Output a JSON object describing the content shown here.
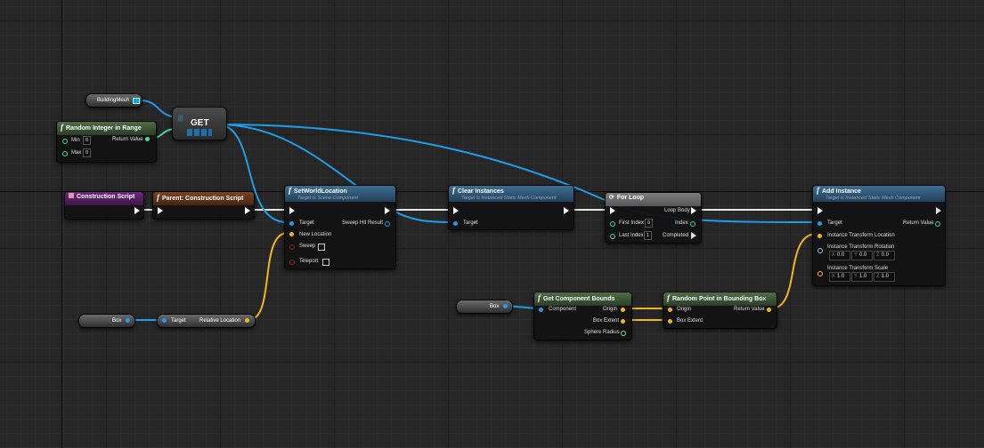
{
  "nodes": {
    "building_mesh": {
      "label": "BuildingMesh"
    },
    "get": {
      "label": "GET"
    },
    "random_integer": {
      "title": "Random Integer in Range",
      "min_label": "Min",
      "min_value": "0",
      "max_label": "Max",
      "max_value": "0",
      "return_label": "Return Value"
    },
    "construction_script": {
      "title": "Construction Script"
    },
    "parent_construction": {
      "title": "Parent: Construction Script"
    },
    "set_world_location": {
      "title": "SetWorldLocation",
      "subtitle": "Target is Scene Component",
      "target_label": "Target",
      "new_location_label": "New Location",
      "sweep_label": "Sweep",
      "teleport_label": "Teleport",
      "sweep_hit_label": "Sweep Hit Result"
    },
    "clear_instances": {
      "title": "Clear Instances",
      "subtitle": "Target is Instanced Static Mesh Component",
      "target_label": "Target"
    },
    "for_loop": {
      "title": "For Loop",
      "loop_body_label": "Loop Body",
      "first_index_label": "First Index",
      "first_index_value": "0",
      "index_label": "Index",
      "last_index_label": "Last Index",
      "last_index_value": "1",
      "completed_label": "Completed"
    },
    "add_instance": {
      "title": "Add Instance",
      "subtitle": "Target is Instanced Static Mesh Component",
      "target_label": "Target",
      "return_label": "Return Value",
      "location_label": "Instance Transform Location",
      "rotation_label": "Instance Transform Rotation",
      "rotation": {
        "x": "0.0",
        "y": "0.0",
        "z": "0.0"
      },
      "scale_label": "Instance Transform Scale",
      "scale": {
        "x": "1.0",
        "y": "1.0",
        "z": "1.0"
      },
      "axis_x": "X",
      "axis_y": "Y",
      "axis_z": "Z"
    },
    "box_left": {
      "label": "Box"
    },
    "relative_location": {
      "target_label": "Target",
      "relative_label": "Relative Location"
    },
    "box_right": {
      "label": "Box"
    },
    "get_component_bounds": {
      "title": "Get Component Bounds",
      "component_label": "Component",
      "origin_label": "Origin",
      "box_extent_label": "Box Extent",
      "sphere_radius_label": "Sphere Radius"
    },
    "random_point": {
      "title": "Random Point in Bounding Box",
      "origin_label": "Origin",
      "box_extent_label": "Box Extent",
      "return_label": "Return Value"
    }
  },
  "colors": {
    "exec": "#ffffff",
    "object": "#1e9ee8",
    "vector": "#f2b51c",
    "integer": "#48d69a",
    "bool": "#9a1a1a",
    "function_header": "#3c6e93",
    "pure_header": "#4f6e45",
    "event_header": "#6a2a7c"
  }
}
